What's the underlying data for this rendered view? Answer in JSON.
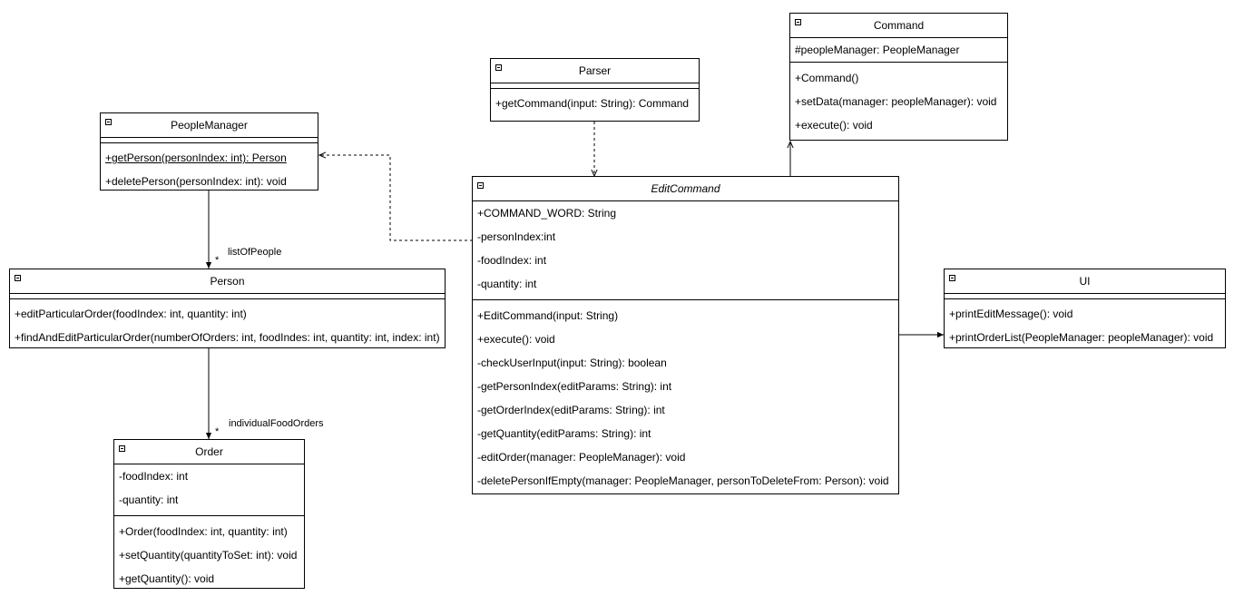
{
  "classes": {
    "command": {
      "name": "Command",
      "attributes": [
        "#peopleManager: PeopleManager"
      ],
      "methods": [
        "+Command()",
        "+setData(manager: peopleManager): void",
        "+execute(): void"
      ]
    },
    "parser": {
      "name": "Parser",
      "attributes": [],
      "methods": [
        "+getCommand(input: String): Command"
      ]
    },
    "people_manager": {
      "name": "PeopleManager",
      "attributes": [],
      "methods": [
        "+getPerson(personIndex: int): Person",
        "+deletePerson(personIndex: int): void"
      ]
    },
    "edit_command": {
      "name": "EditCommand",
      "attributes": [
        "+COMMAND_WORD: String",
        "-personIndex:int",
        "-foodIndex: int",
        "-quantity: int"
      ],
      "methods": [
        "+EditCommand(input: String)",
        "+execute(): void",
        "-checkUserInput(input: String): boolean",
        "-getPersonIndex(editParams: String): int",
        "-getOrderIndex(editParams: String): int",
        "-getQuantity(editParams: String): int",
        "-editOrder(manager: PeopleManager): void",
        "-deletePersonIfEmpty(manager: PeopleManager, personToDeleteFrom: Person): void"
      ]
    },
    "person": {
      "name": "Person",
      "attributes": [],
      "methods": [
        "+editParticularOrder(foodIndex: int, quantity: int)",
        "+findAndEditParticularOrder(numberOfOrders: int, foodIndes: int, quantity: int, index: int)"
      ]
    },
    "ui": {
      "name": "UI",
      "attributes": [],
      "methods": [
        "+printEditMessage(): void",
        "+printOrderList(PeopleManager: peopleManager): void"
      ]
    },
    "order": {
      "name": "Order",
      "attributes": [
        "-foodIndex: int",
        "-quantity: int"
      ],
      "methods": [
        "+Order(foodIndex: int, quantity: int)",
        "+setQuantity(quantityToSet: int): void",
        "+getQuantity(): void"
      ]
    }
  },
  "edges": {
    "list_of_people": {
      "role": "listOfPeople",
      "multiplicity": "*"
    },
    "individual_food_orders": {
      "role": "individualFoodOrders",
      "multiplicity": "*"
    }
  }
}
